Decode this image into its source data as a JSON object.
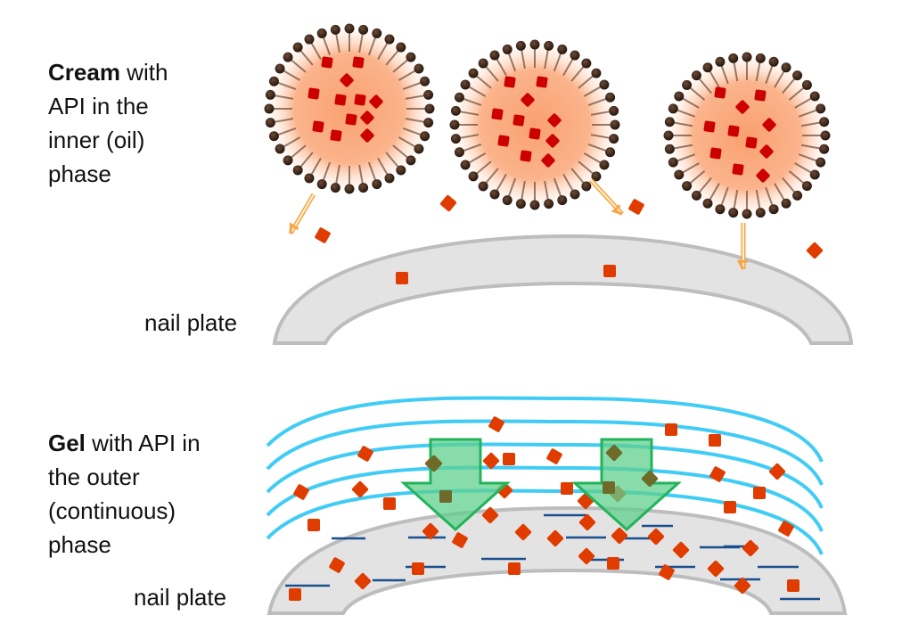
{
  "cream_panel": {
    "title_bold": "Cream",
    "title_rest_line1": " with",
    "title_lines": [
      "API in the",
      "inner (oil)",
      "phase"
    ],
    "surface_label": "nail plate"
  },
  "gel_panel": {
    "title_bold": "Gel",
    "title_rest_line1": " with API in",
    "title_lines": [
      "the outer",
      "(continuous)",
      "phase"
    ],
    "surface_label": "nail plate"
  },
  "colors": {
    "api_particle": "#e03c00",
    "api_in_droplet": "#cc0000",
    "oil_droplet": "#f9a878",
    "surfactant_head": "#3a261a",
    "nail_plate_fill": "#e3e3e3",
    "nail_plate_stroke": "#bdbdbd",
    "gel_lines": "#40ccf5",
    "keratin_lines": "#1a4e8c",
    "diffusion_arrow": "#f7a54a",
    "penetration_arrow_fill": "#5fd08e",
    "penetration_arrow_stroke": "#22b45a"
  },
  "legend": {
    "droplet_count": 3,
    "penetration_arrows": 2
  }
}
